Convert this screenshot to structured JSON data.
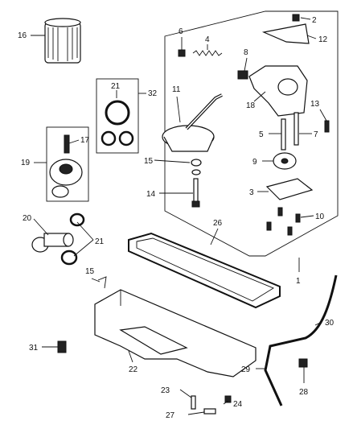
{
  "diagram": {
    "callouts": [
      {
        "id": "c1",
        "text": "1"
      },
      {
        "id": "c2",
        "text": "2"
      },
      {
        "id": "c3",
        "text": "3"
      },
      {
        "id": "c4",
        "text": "4"
      },
      {
        "id": "c5",
        "text": "5"
      },
      {
        "id": "c6",
        "text": "6"
      },
      {
        "id": "c7",
        "text": "7"
      },
      {
        "id": "c8",
        "text": "8"
      },
      {
        "id": "c9",
        "text": "9"
      },
      {
        "id": "c10",
        "text": "10"
      },
      {
        "id": "c11",
        "text": "11"
      },
      {
        "id": "c12",
        "text": "12"
      },
      {
        "id": "c13",
        "text": "13"
      },
      {
        "id": "c14",
        "text": "14"
      },
      {
        "id": "c15a",
        "text": "15"
      },
      {
        "id": "c15b",
        "text": "15"
      },
      {
        "id": "c16",
        "text": "16"
      },
      {
        "id": "c17",
        "text": "17"
      },
      {
        "id": "c18",
        "text": "18"
      },
      {
        "id": "c19",
        "text": "19"
      },
      {
        "id": "c20",
        "text": "20"
      },
      {
        "id": "c21a",
        "text": "21"
      },
      {
        "id": "c21b",
        "text": "21"
      },
      {
        "id": "c22",
        "text": "22"
      },
      {
        "id": "c23",
        "text": "23"
      },
      {
        "id": "c24",
        "text": "24"
      },
      {
        "id": "c26",
        "text": "26"
      },
      {
        "id": "c27",
        "text": "27"
      },
      {
        "id": "c28",
        "text": "28"
      },
      {
        "id": "c29",
        "text": "29"
      },
      {
        "id": "c30",
        "text": "30"
      },
      {
        "id": "c31",
        "text": "31"
      },
      {
        "id": "c32",
        "text": "32"
      }
    ]
  }
}
